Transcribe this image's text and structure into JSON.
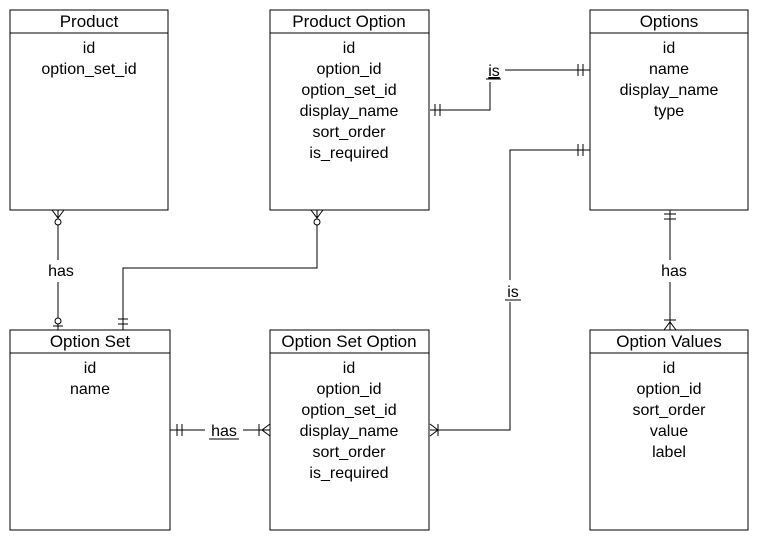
{
  "entities": {
    "product": {
      "title": "Product",
      "attributes": [
        "id",
        "option_set_id"
      ]
    },
    "product_option": {
      "title": "Product Option",
      "attributes": [
        "id",
        "option_id",
        "option_set_id",
        "display_name",
        "sort_order",
        "is_required"
      ]
    },
    "options": {
      "title": "Options",
      "attributes": [
        "id",
        "name",
        "display_name",
        "type"
      ]
    },
    "option_set": {
      "title": "Option Set",
      "attributes": [
        "id",
        "name"
      ]
    },
    "option_set_option": {
      "title": "Option Set Option",
      "attributes": [
        "id",
        "option_id",
        "option_set_id",
        "display_name",
        "sort_order",
        "is_required"
      ]
    },
    "option_values": {
      "title": "Option Values",
      "attributes": [
        "id",
        "option_id",
        "sort_order",
        "value",
        "label"
      ]
    }
  },
  "relationships": {
    "product_optionset": {
      "label": "has"
    },
    "productoption_options": {
      "label": "is"
    },
    "optionsetoption_options": {
      "label": "is"
    },
    "optionset_optionsetoption": {
      "label": "has"
    },
    "options_optionvalues": {
      "label": "has"
    }
  }
}
